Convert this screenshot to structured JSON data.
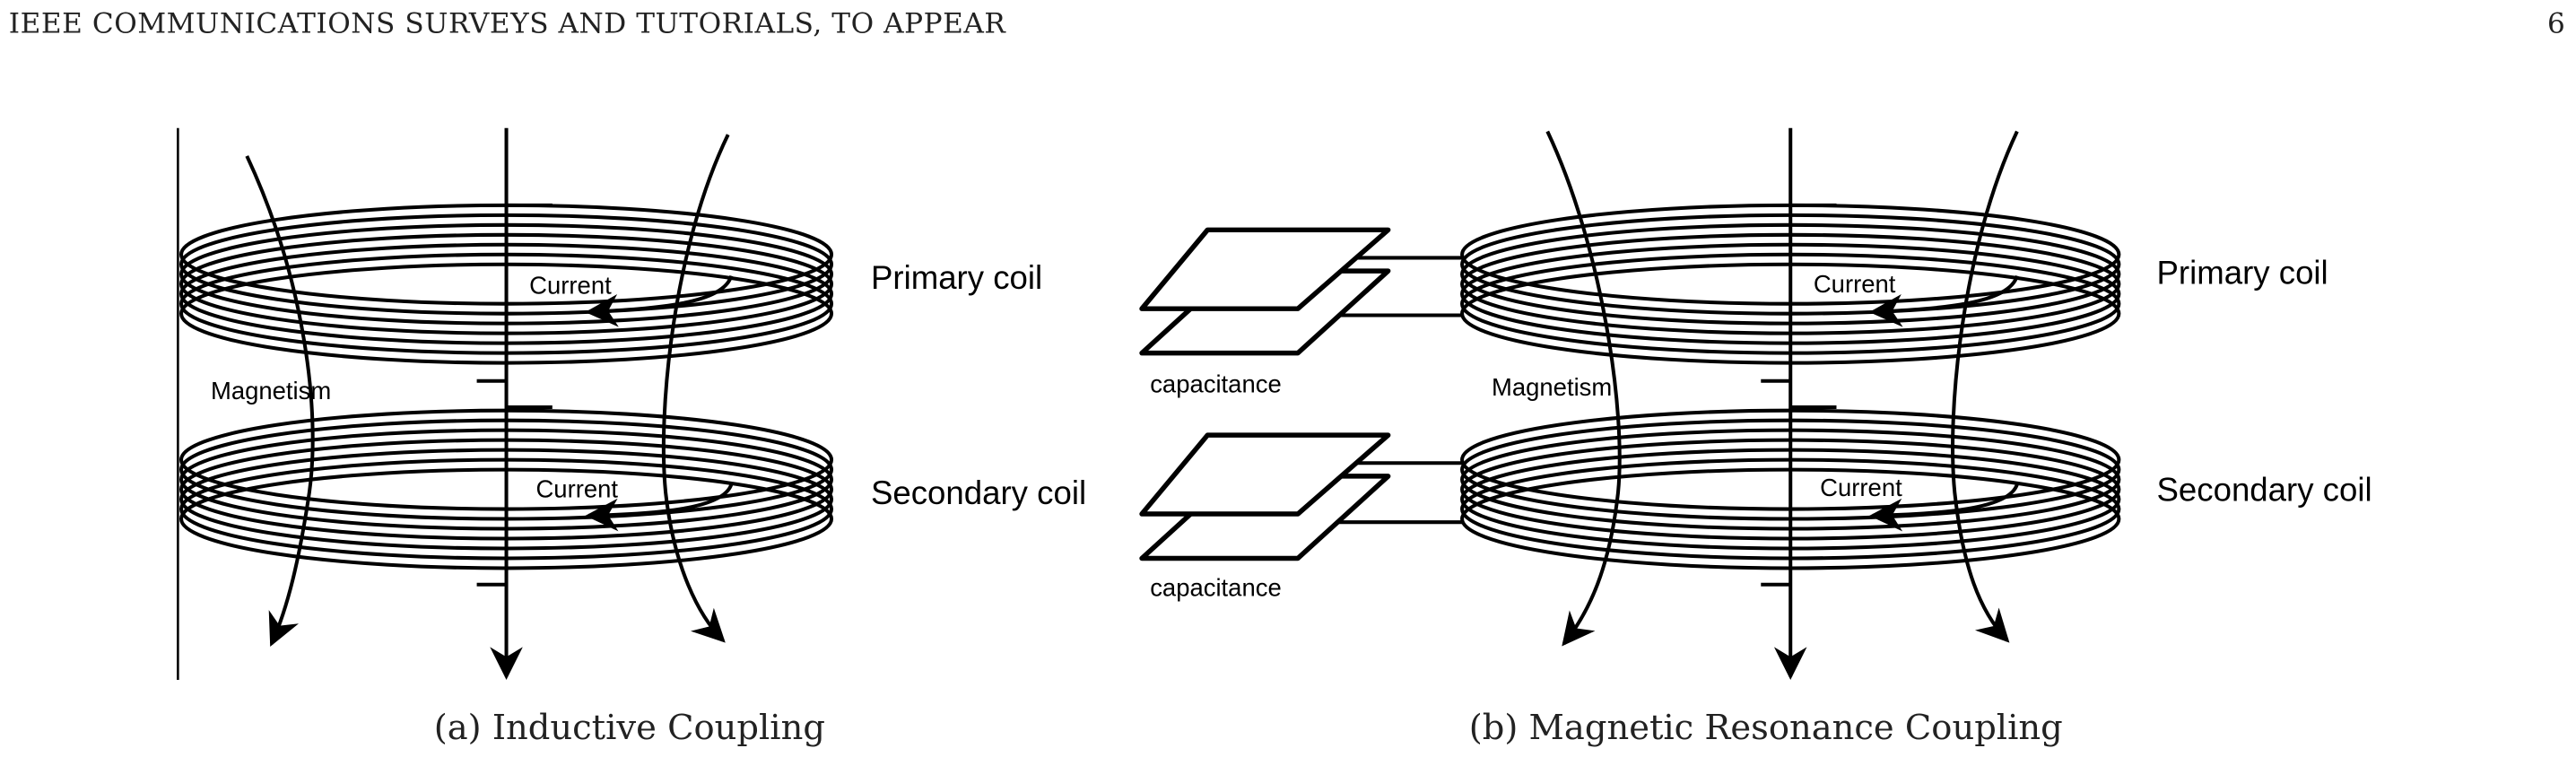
{
  "header": {
    "journal": "IEEE COMMUNICATIONS SURVEYS AND TUTORIALS, TO APPEAR",
    "page_number": "6"
  },
  "figure_a": {
    "caption": "(a) Inductive Coupling",
    "primary_label": "Primary coil",
    "secondary_label": "Secondary coil",
    "current_label_primary": "Current",
    "current_label_secondary": "Current",
    "magnetism_label": "Magnetism"
  },
  "figure_b": {
    "caption": "(b) Magnetic Resonance Coupling",
    "primary_label": "Primary coil",
    "secondary_label": "Secondary coil",
    "current_label_primary": "Current",
    "current_label_secondary": "Current",
    "magnetism_label": "Magnetism",
    "capacitance_label_primary": "capacitance",
    "capacitance_label_secondary": "capacitance"
  }
}
